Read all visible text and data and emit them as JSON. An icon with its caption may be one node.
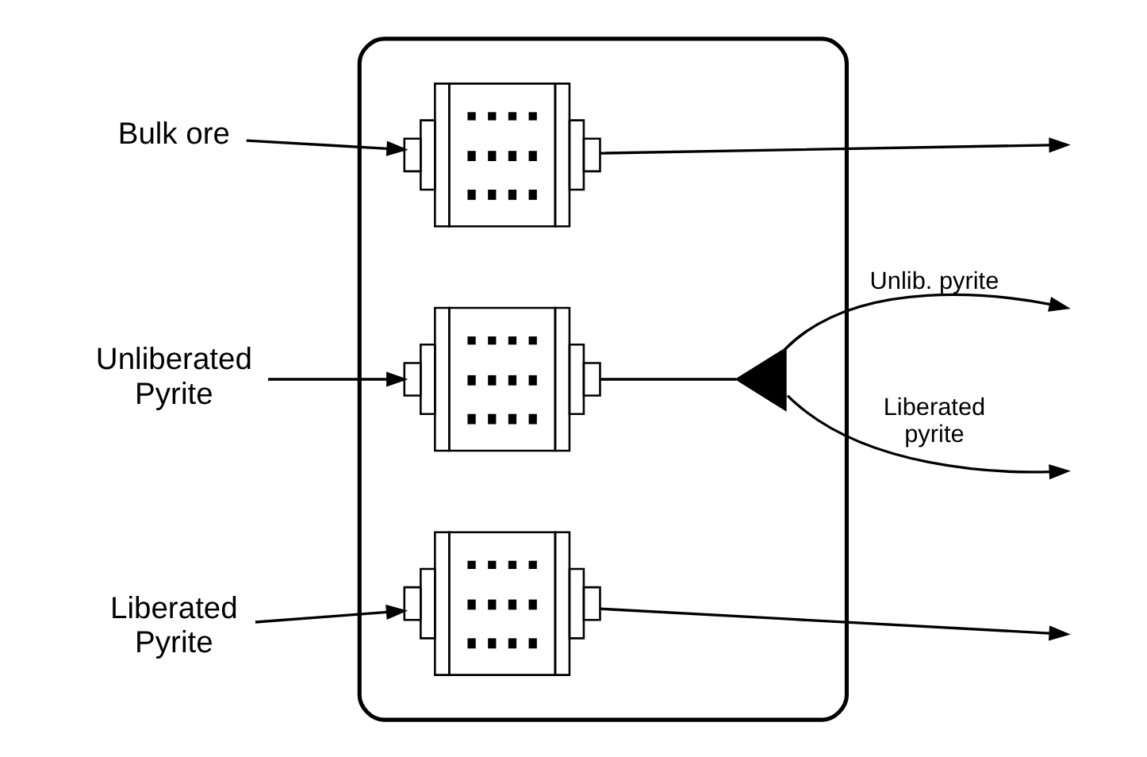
{
  "diagram": {
    "nodes": [
      {
        "text": [
          "Bulk ore"
        ]
      },
      {
        "text": [
          "Unliberated Pyrite"
        ]
      },
      {
        "text": [
          "Liberated Pyrite"
        ]
      },
      {
        "text": [],
        "shape": "box"
      },
      {
        "text": [],
        "shape": "picture",
        "in": 3
      },
      {
        "text": [],
        "shape": "picture",
        "in": 3
      },
      {
        "text": [],
        "shape": "triangle",
        "in": 3
      },
      {
        "text": [],
        "shape": "picture",
        "in": 3
      }
    ],
    "edges": [
      {
        "from": 0,
        "to": 4,
        "arrow": "to"
      },
      {
        "from": 4,
        "to": null,
        "arrow": "to"
      },
      {
        "from": 1,
        "to": 5,
        "arrow": "to"
      },
      {
        "from": 5,
        "to": 6,
        "arrow": "none"
      },
      {
        "from": 6,
        "to": null,
        "arrow": "to",
        "label": "Unlib. pyrite"
      },
      {
        "from": 6,
        "to": null,
        "arrow": "to",
        "label": "Liberated pyrite"
      },
      {
        "from": 2,
        "to": 7,
        "arrow": "to"
      },
      {
        "from": 7,
        "to": null,
        "arrow": "to"
      }
    ]
  }
}
